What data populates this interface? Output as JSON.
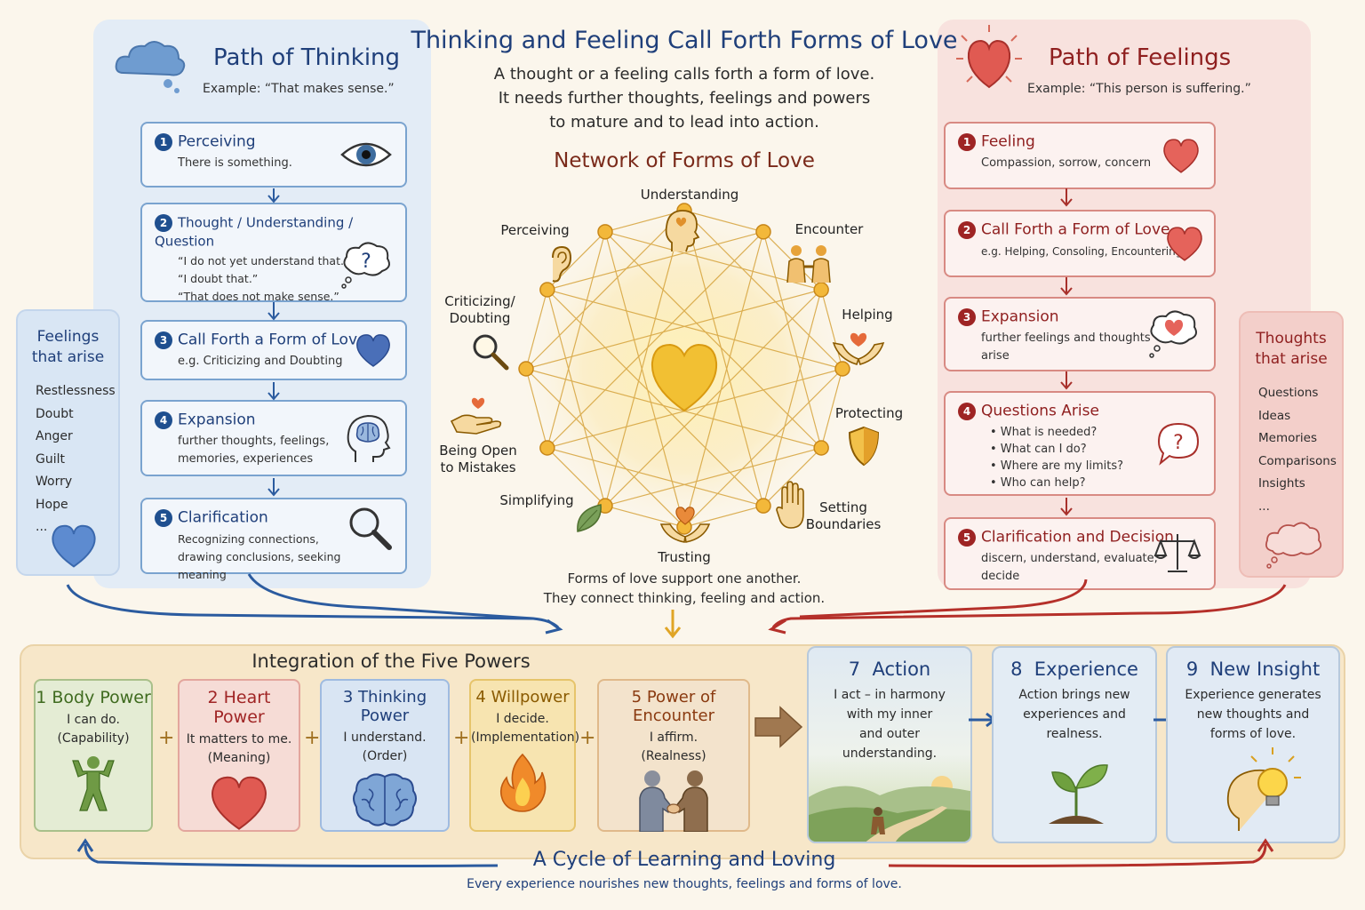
{
  "header": {
    "title": "Thinking and Feeling Call Forth Forms of Love",
    "subtitle_lines": [
      "A thought or a feeling calls forth a form of love.",
      "It needs further thoughts, feelings and powers",
      "to mature and to lead into action."
    ]
  },
  "thinking": {
    "title": "Path of Thinking",
    "example": "Example: “That makes sense.”",
    "steps": [
      {
        "num": "1",
        "title": "Perceiving",
        "lines": [
          "There is something."
        ]
      },
      {
        "num": "2",
        "title": "Thought / Understanding / Question",
        "lines": [
          "“I do not yet understand that.”",
          "“I doubt that.”",
          "“That does not make sense.”"
        ]
      },
      {
        "num": "3",
        "title": "Call Forth a Form of Love",
        "lines": [
          "e.g. Criticizing and Doubting"
        ]
      },
      {
        "num": "4",
        "title": "Expansion",
        "lines": [
          "further thoughts, feelings,",
          "memories, experiences"
        ]
      },
      {
        "num": "5",
        "title": "Clarification",
        "lines": [
          "Recognizing connections,",
          "drawing conclusions, seeking meaning"
        ]
      }
    ]
  },
  "feelings_side": {
    "title_1": "Feelings",
    "title_2": "that arise",
    "items": [
      "Restlessness",
      "Doubt",
      "Anger",
      "Guilt",
      "Worry",
      "Hope",
      "..."
    ]
  },
  "feelings": {
    "title": "Path of Feelings",
    "example": "Example: “This person is suffering.”",
    "steps": [
      {
        "num": "1",
        "title": "Feeling",
        "lines": [
          "Compassion, sorrow, concern"
        ]
      },
      {
        "num": "2",
        "title": "Call Forth a Form of Love",
        "lines": [
          "e.g. Helping, Consoling, Encountering"
        ]
      },
      {
        "num": "3",
        "title": "Expansion",
        "lines": [
          "further feelings and thoughts",
          "arise"
        ]
      },
      {
        "num": "4",
        "title": "Questions Arise",
        "lines": [
          "• What is needed?",
          "• What can I do?",
          "• Where are my limits?",
          "• Who can help?"
        ]
      },
      {
        "num": "5",
        "title": "Clarification and Decision",
        "lines": [
          "discern, understand, evaluate,",
          "decide"
        ]
      }
    ]
  },
  "thoughts_side": {
    "title_1": "Thoughts",
    "title_2": "that arise",
    "items": [
      "Questions",
      "Ideas",
      "Memories",
      "Comparisons",
      "Insights",
      "..."
    ]
  },
  "network": {
    "title": "Network of Forms of Love",
    "labels": {
      "understanding": "Understanding",
      "perceiving": "Perceiving",
      "encounter": "Encounter",
      "criticizing_1": "Criticizing/",
      "criticizing_2": "Doubting",
      "helping": "Helping",
      "protecting": "Protecting",
      "open_1": "Being Open",
      "open_2": "to Mistakes",
      "simplifying": "Simplifying",
      "boundaries_1": "Setting",
      "boundaries_2": "Boundaries",
      "trusting": "Trusting"
    },
    "note_lines": [
      "Forms of love support one another.",
      "They connect thinking, feeling and action."
    ]
  },
  "integration": {
    "title": "Integration of the Five Powers",
    "powers": [
      {
        "num": "1",
        "name": "Body Power",
        "line1": "I can do.",
        "line2": "(Capability)",
        "color": "#3f6b1f"
      },
      {
        "num": "2",
        "name": "Heart Power",
        "line1": "It matters to me.",
        "line2": "(Meaning)",
        "color": "#a02525"
      },
      {
        "num": "3",
        "name": "Thinking Power",
        "line1": "I understand.",
        "line2": "(Order)",
        "color": "#1f3f7a"
      },
      {
        "num": "4",
        "name": "Willpower",
        "line1": "I decide.",
        "line2": "(Implementation)",
        "color": "#8a5a00"
      },
      {
        "num": "5",
        "name": "Power of Encounter",
        "line1": "I affirm.",
        "line2": "(Realness)",
        "color": "#8a3a10"
      }
    ],
    "plus": "+"
  },
  "stages": [
    {
      "num": "7",
      "name": "Action",
      "lines": [
        "I act – in harmony",
        "with my inner",
        "and outer",
        "understanding."
      ]
    },
    {
      "num": "8",
      "name": "Experience",
      "lines": [
        "Action brings new",
        "experiences and",
        "realness."
      ]
    },
    {
      "num": "9",
      "name": "New Insight",
      "lines": [
        "Experience generates",
        "new thoughts and",
        "forms of love."
      ]
    }
  ],
  "cycle": {
    "title": "A Cycle of Learning and Loving",
    "subtitle": "Every experience nourishes new thoughts, feelings and forms of love."
  },
  "colors": {
    "blue": "#1f3f7a",
    "red": "#9e2424",
    "gold": "#e0a526"
  }
}
